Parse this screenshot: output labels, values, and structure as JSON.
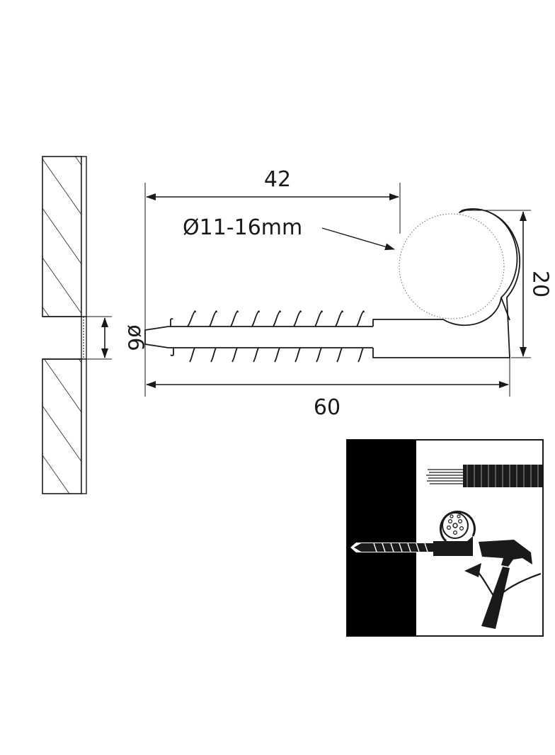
{
  "drawing": {
    "dimensions": {
      "length_overall": "60",
      "length_to_clip": "42",
      "clip_height": "20",
      "hole_diameter": "ø6",
      "cable_range": "Ø11-16mm"
    }
  },
  "colors": {
    "line": "#1a1a1a",
    "wall_fill": "#000000",
    "background": "#ffffff"
  },
  "icons": [
    "hammer-icon",
    "curved-arrow-icon",
    "cable-bundle-icon",
    "cable-cross-section-icon"
  ]
}
